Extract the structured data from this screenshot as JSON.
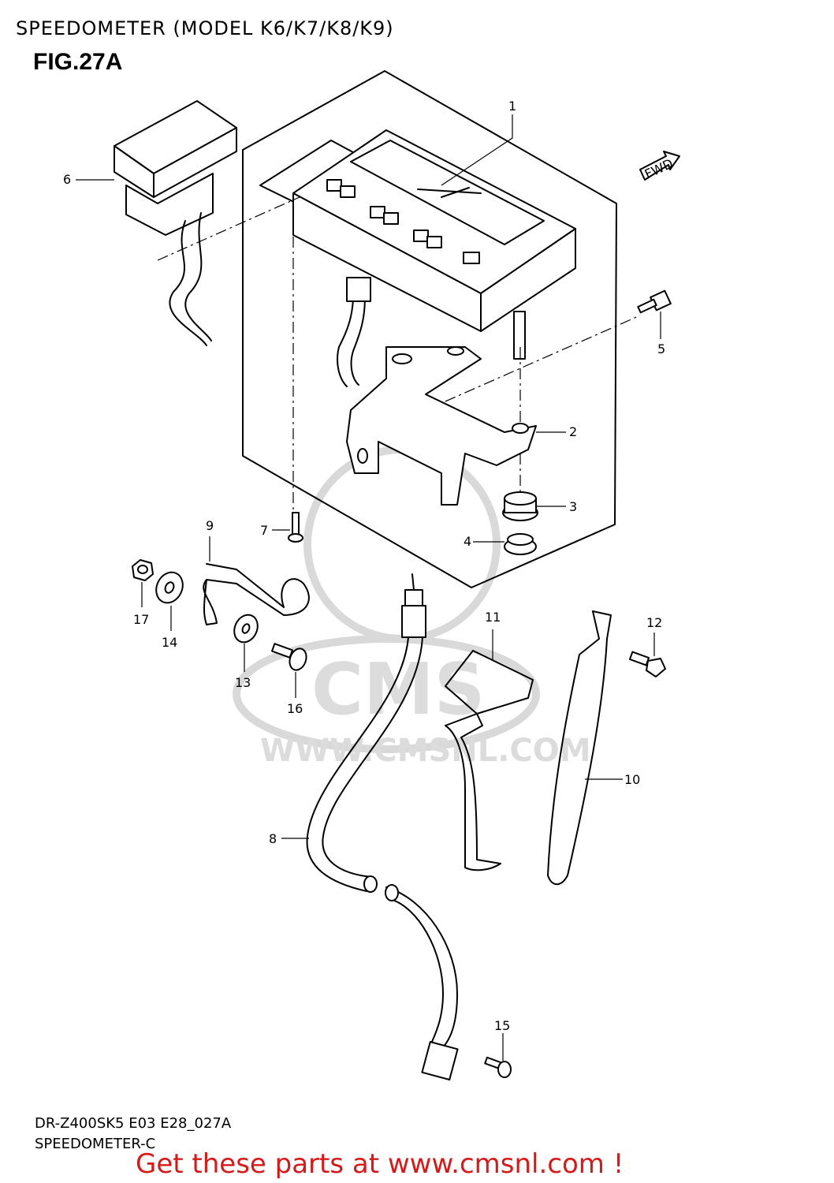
{
  "header": {
    "title": "SPEEDOMETER (MODEL K6/K7/K8/K9)",
    "figure": "FIG.27A"
  },
  "diagram": {
    "fwd_label": "FWD",
    "callouts": [
      "1",
      "2",
      "3",
      "4",
      "5",
      "6",
      "7",
      "8",
      "9",
      "10",
      "11",
      "12",
      "13",
      "14",
      "15",
      "16",
      "17"
    ]
  },
  "watermark": {
    "logo_text": "CMS",
    "url_text": "WWW.CMSNL.COM"
  },
  "footer": {
    "code": "DR-Z400SK5 E03 E28_027A",
    "name": "SPEEDOMETER-C",
    "cta": "Get these parts at www.cmsnl.com !",
    "cta_color": "#d61a1a"
  }
}
